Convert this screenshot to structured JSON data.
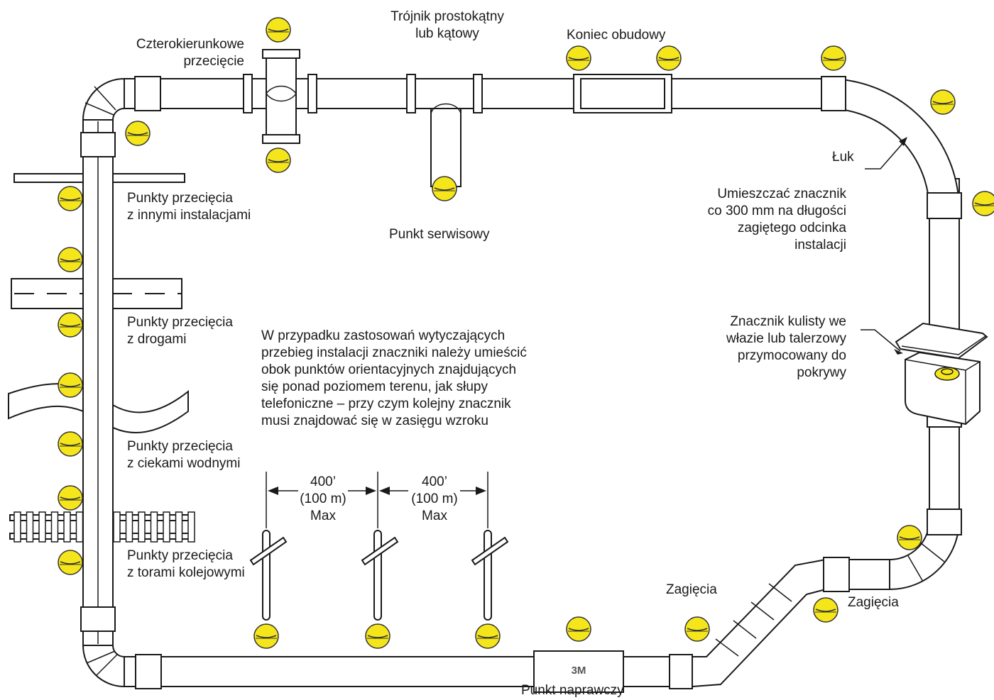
{
  "diagram": {
    "marker_color": "#f5e61c",
    "labels": {
      "four_way": "Czterokierunkowe\nprzecięcie",
      "tee": "Trójnik prostokątny\nlub kątowy",
      "end_casing": "Koniec obudowy",
      "arc": "Łuk",
      "arc_spacing": "Umieszczać znacznik\nco 300 mm na długości\nzagiętego odcinka\ninstalacji",
      "ball_marker": "Znacznik kulisty we\nwłazie lub talerzowy\nprzymocowany do\npokrywy",
      "crossing_utilities": "Punkty przecięcia\nz innymi instalacjami",
      "service_point": "Punkt serwisowy",
      "crossing_roads": "Punkty przecięcia\nz drogami",
      "crossing_water": "Punkty przecięcia\nz ciekami wodnymi",
      "crossing_rail": "Punkty przecięcia\nz torami kolejowymi",
      "route_note": "W przypadku zastosowań wytyczających\nprzebieg instalacji znaczniki należy umieścić\nobok punktów orientacyjnych znajdujących\nsię ponad poziomem terenu, jak słupy\ntelefoniczne – przy czym kolejny znacznik\nmusi znajdować się w zasięgu wzroku",
      "distance_1": "400’\n(100 m)\nMax",
      "distance_2": "400’\n(100 m)\nMax",
      "bends_1": "Zagięcia",
      "bends_2": "Zagięcia",
      "repair_point": "Punkt naprawczy",
      "logo": "3M"
    }
  }
}
